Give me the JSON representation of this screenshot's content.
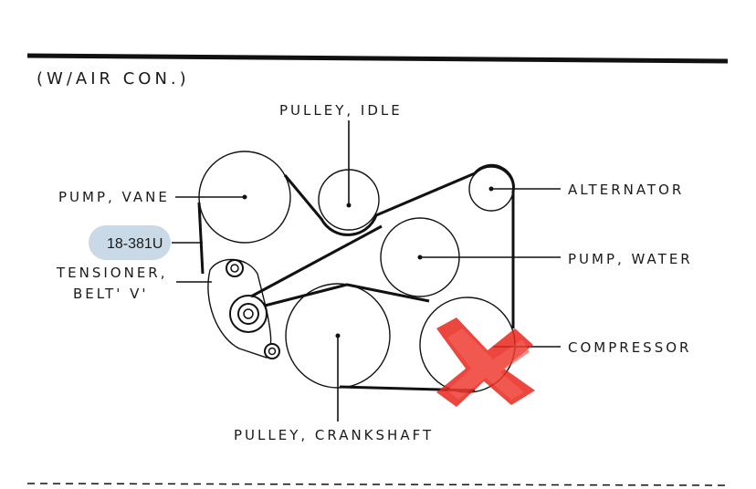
{
  "header": {
    "title": "(W/AIR CON.)"
  },
  "labels": {
    "pulley_idle": "PULLEY, IDLE",
    "pump_vane": "PUMP, VANE",
    "part_tag": "18-381U",
    "tensioner_line1": "TENSIONER,",
    "tensioner_line2": "BELT' V'",
    "alternator": "ALTERNATOR",
    "pump_water": "PUMP, WATER",
    "compressor": "COMPRESSOR",
    "pulley_crankshaft": "PULLEY, CRANKSHAFT"
  },
  "colors": {
    "ink": "#111111",
    "tag_fill": "#c9d9e6",
    "mark_red": "#e8271d"
  }
}
